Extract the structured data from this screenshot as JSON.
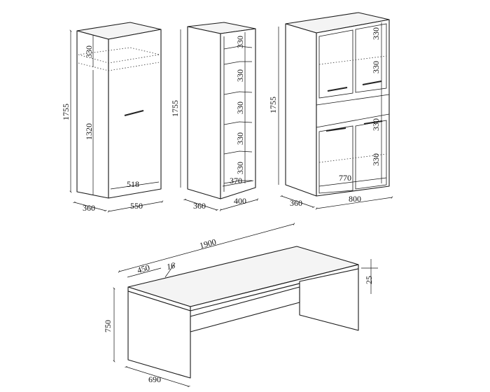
{
  "title": "",
  "wardrobe": {
    "height": "1755",
    "upper": "330",
    "lower": "1320",
    "inner_width": "518",
    "depth": "360",
    "width": "550"
  },
  "bookcase": {
    "height": "1755",
    "shelf_1": "330",
    "shelf_2": "330",
    "shelf_3": "330",
    "shelf_4": "330",
    "shelf_5": "330",
    "inner_width": "370",
    "depth": "360",
    "width": "400"
  },
  "cabinet": {
    "height": "1755",
    "shelf_1": "330",
    "shelf_2": "330",
    "shelf_3": "330",
    "shelf_4": "330",
    "inner_width": "770",
    "depth": "360",
    "width": "800"
  },
  "desk": {
    "length": "1900",
    "front_offset": "450",
    "top_thickness": "16",
    "panel_thickness": "25",
    "height": "750",
    "depth": "690"
  }
}
